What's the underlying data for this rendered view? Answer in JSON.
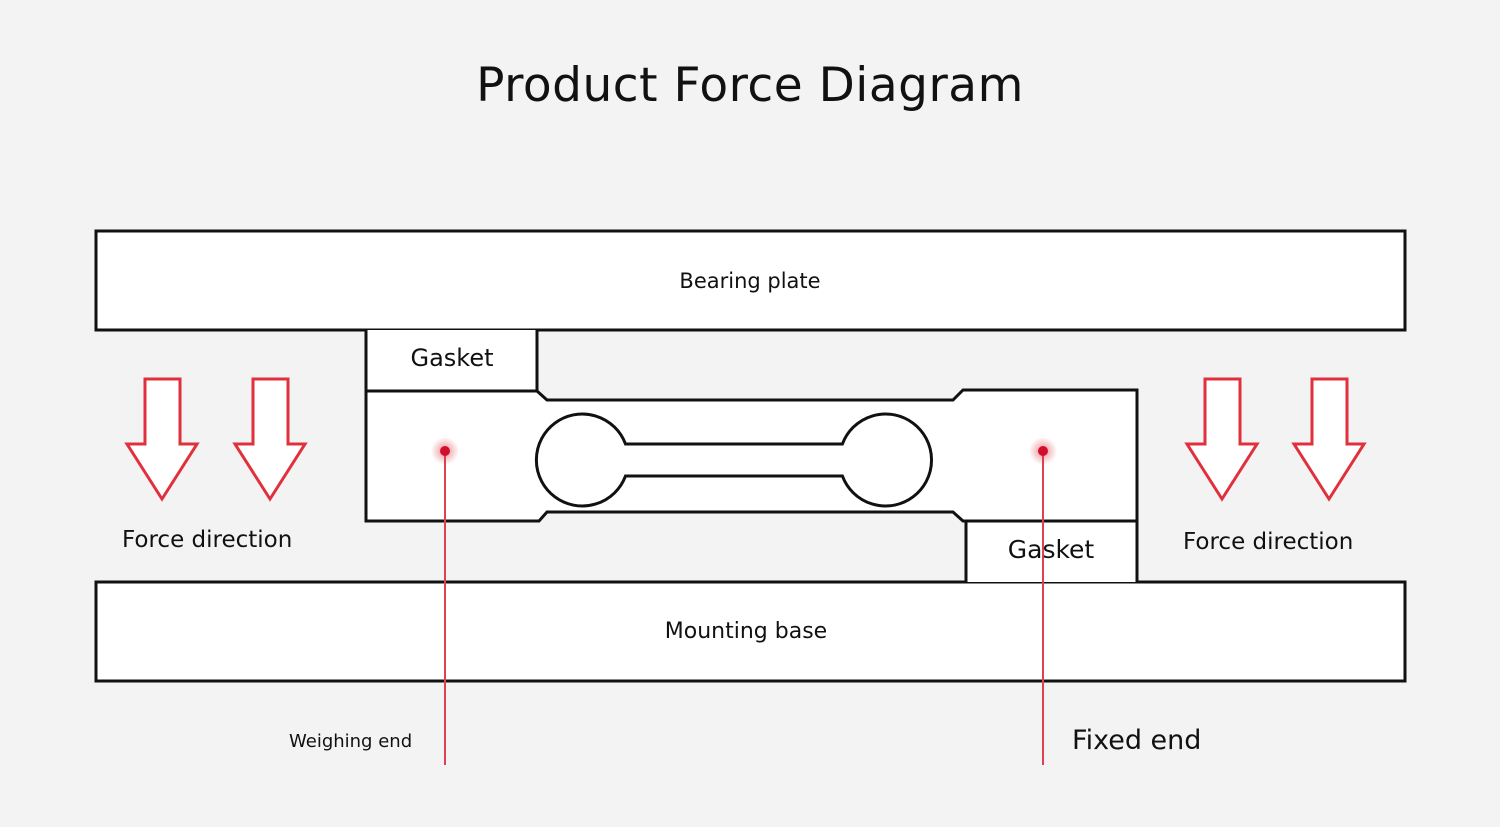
{
  "title": "Product Force Diagram",
  "labels": {
    "bearing_plate": "Bearing plate",
    "mounting_base": "Mounting base",
    "gasket_top": "Gasket",
    "gasket_bottom": "Gasket",
    "force_left": "Force direction",
    "force_right": "Force direction",
    "weighing_end": "Weighing end",
    "fixed_end": "Fixed end"
  },
  "colors": {
    "arrow": "#e0303c",
    "leader_line": "#e04050",
    "dot": "#d0102a",
    "outline": "#111111",
    "background": "#f3f3f3"
  }
}
